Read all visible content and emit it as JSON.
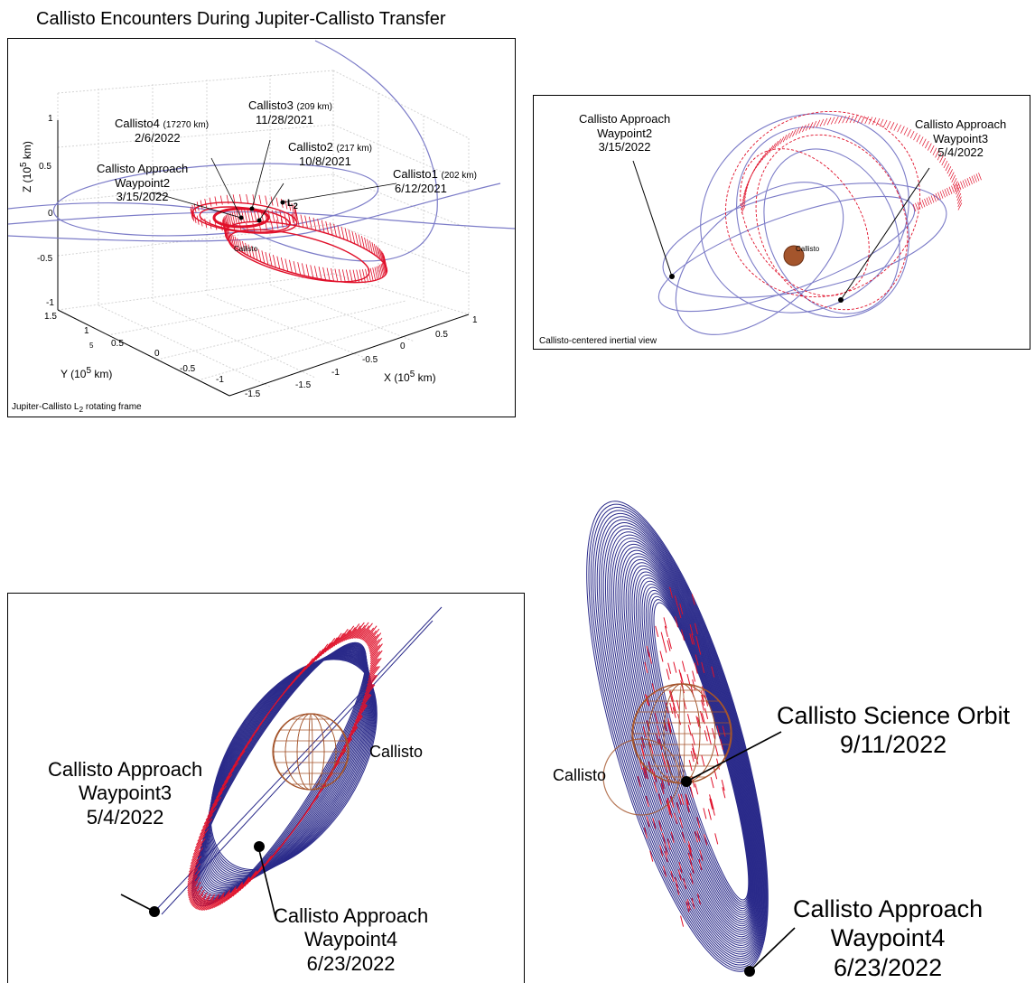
{
  "title": "Callisto Encounters During Jupiter-Callisto Transfer",
  "panel1": {
    "caption_main": "Jupiter-Callisto L",
    "caption_sub": "2",
    "caption_tail": " rotating frame",
    "z_axis": "Z (10",
    "z_axis_exp": "5",
    "z_axis_tail": " km)",
    "y_axis": "Y (10",
    "y_axis_exp": "5",
    "y_axis_tail": " km)",
    "x_axis": "X (10",
    "x_axis_exp": "5",
    "x_axis_tail": " km)",
    "z_ticks": [
      "1",
      "0.5",
      "0",
      "-0.5",
      "-1"
    ],
    "y_ticks": [
      "1.5",
      "1",
      "0.5",
      "0",
      "-0.5",
      "-1",
      "-1.5"
    ],
    "x_ticks": [
      "1",
      "0.5",
      "0",
      "-0.5",
      "-1",
      "-1.5"
    ],
    "y_extra_tick": "5",
    "l2_label": "L",
    "l2_sub": "2",
    "callisto_label": "Callisto",
    "annotations": {
      "c4_name": "Callisto4",
      "c4_alt": "(17270 km)",
      "c4_date": "2/6/2022",
      "c3_name": "Callisto3",
      "c3_alt": "(209 km)",
      "c3_date": "11/28/2021",
      "c2_name": "Callisto2",
      "c2_alt": "(217 km)",
      "c2_date": "10/8/2021",
      "c1_name": "Callisto1",
      "c1_alt": "(202 km)",
      "c1_date": "6/12/2021",
      "wp2_line1": "Callisto Approach",
      "wp2_line2": "Waypoint2",
      "wp2_line3": "3/15/2022"
    }
  },
  "panel2": {
    "caption": "Callisto-centered inertial view",
    "callisto_label": "Callisto",
    "wp2_line1": "Callisto Approach",
    "wp2_line2": "Waypoint2",
    "wp2_line3": "3/15/2022",
    "wp3_line1": "Callisto Approach",
    "wp3_line2": "Waypoint3",
    "wp3_line3": "5/4/2022"
  },
  "panel3": {
    "callisto_label": "Callisto",
    "wp3_line1": "Callisto Approach",
    "wp3_line2": "Waypoint3",
    "wp3_line3": "5/4/2022",
    "wp4_line1": "Callisto Approach",
    "wp4_line2": "Waypoint4",
    "wp4_line3": "6/23/2022"
  },
  "panel4": {
    "callisto_label": "Callisto",
    "sci_line1": "Callisto Science Orbit",
    "sci_line2": "9/11/2022",
    "wp4_line1": "Callisto Approach",
    "wp4_line2": "Waypoint4",
    "wp4_line3": "6/23/2022"
  },
  "colors": {
    "orbit_blue": "#2a2a8a",
    "orbit_light": "#7c7cc8",
    "vector_red": "#e0102a",
    "callisto_brown": "#a4552c"
  }
}
